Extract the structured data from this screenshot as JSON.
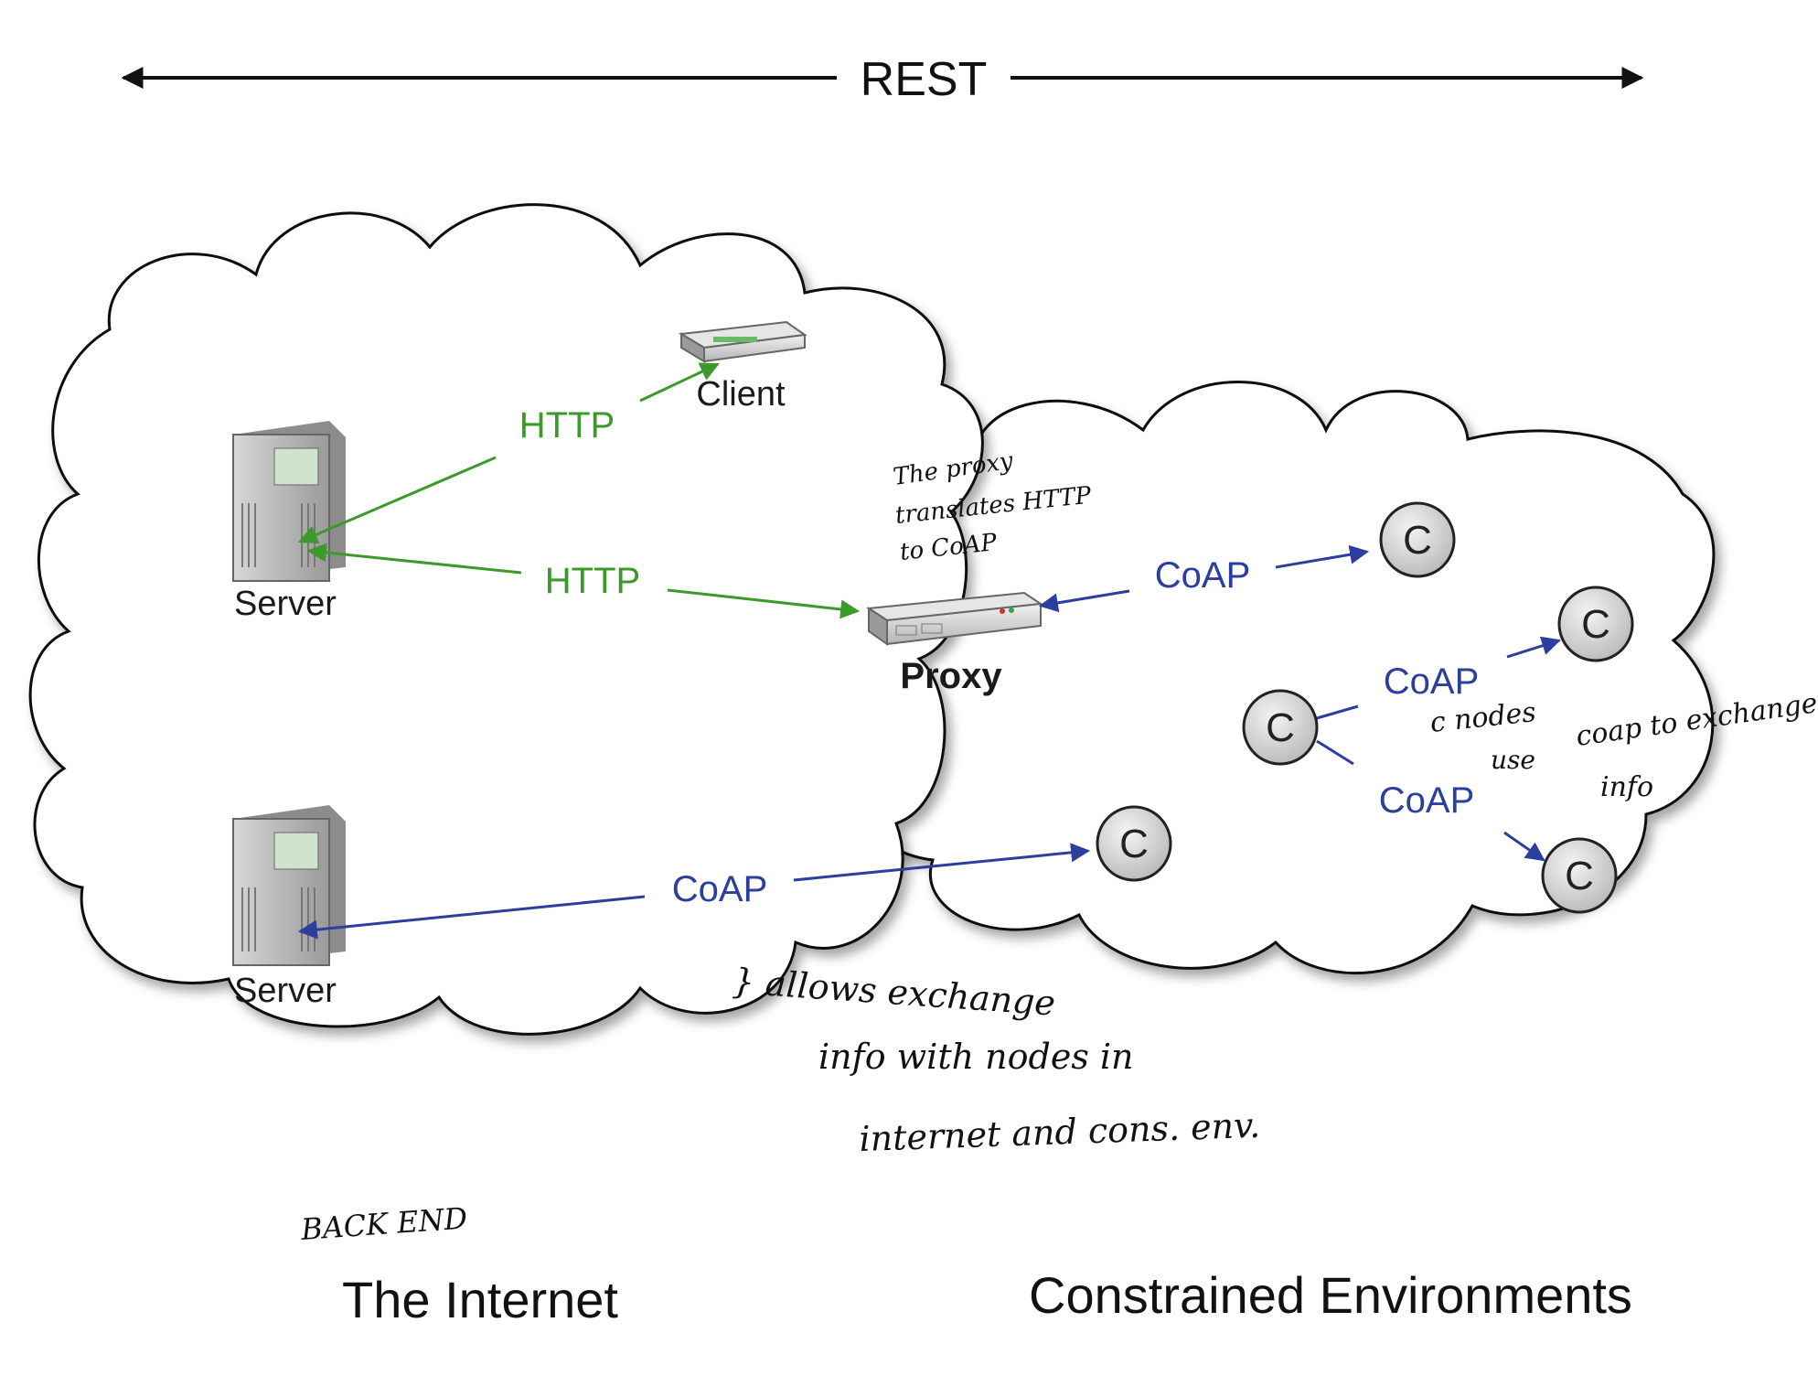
{
  "header": {
    "span_label": "REST"
  },
  "regions": {
    "internet_label": "The Internet",
    "constrained_label": "Constrained Environments"
  },
  "devices": {
    "server_top": "Server",
    "server_bottom": "Server",
    "client": "Client",
    "proxy": "Proxy"
  },
  "links": {
    "http_client": "HTTP",
    "http_proxy": "HTTP",
    "coap_proxy": "CoAP",
    "coap_server": "CoAP",
    "coap_node_up": "CoAP",
    "coap_node_down": "CoAP"
  },
  "nodes": {
    "label": "C"
  },
  "handwritten": {
    "proxy_note_1": "The proxy",
    "proxy_note_2": "translates HTTP",
    "proxy_note_3": "to CoAP",
    "exchange_1": "} allows exchange",
    "exchange_2": "info with nodes in",
    "exchange_3": "internet and cons. env.",
    "nodes_note_1": "c nodes",
    "nodes_note_2": "use",
    "nodes_note_3": "coap to exchange",
    "nodes_note_4": "info",
    "backend": "BACK END"
  },
  "colors": {
    "http": "#3d9a2a",
    "coap": "#2c3f9e",
    "cloud_stroke": "#111111",
    "node_fill": "#d9d9d9"
  }
}
